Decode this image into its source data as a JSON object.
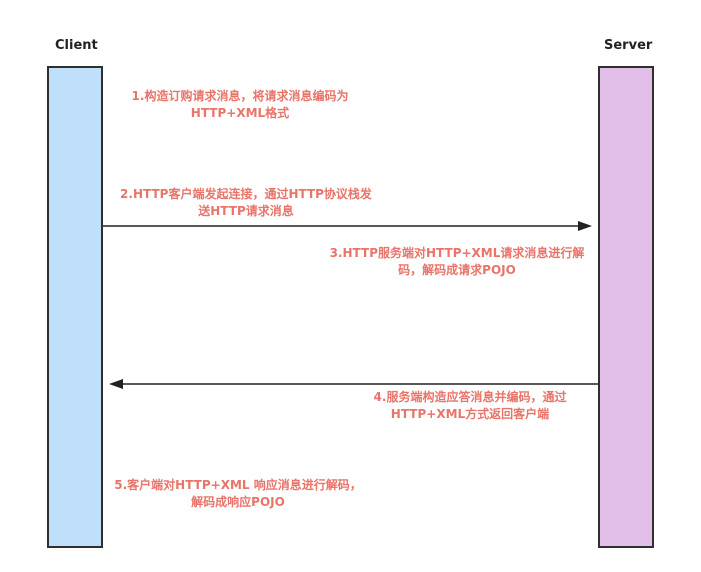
{
  "actors": {
    "client": {
      "label": "Client",
      "color": "#bfdffb"
    },
    "server": {
      "label": "Server",
      "color": "#e2bfe9"
    }
  },
  "steps": [
    {
      "line1": "1.构造订购请求消息，将请求消息编码为",
      "line2": "HTTP+XML格式"
    },
    {
      "line1": "2.HTTP客户端发起连接，通过HTTP协议栈发",
      "line2": "送HTTP请求消息"
    },
    {
      "line1": "3.HTTP服务端对HTTP+XML请求消息进行解",
      "line2": "码，解码成请求POJO"
    },
    {
      "line1": "4.服务端构造应答消息并编码，通过",
      "line2": "HTTP+XML方式返回客户端"
    },
    {
      "line1": "5.客户端对HTTP+XML 响应消息进行解码，",
      "line2": "解码成响应POJO"
    }
  ],
  "messages": [
    {
      "from": "client",
      "to": "server"
    },
    {
      "from": "server",
      "to": "client"
    }
  ],
  "text_color": "#e8746a"
}
